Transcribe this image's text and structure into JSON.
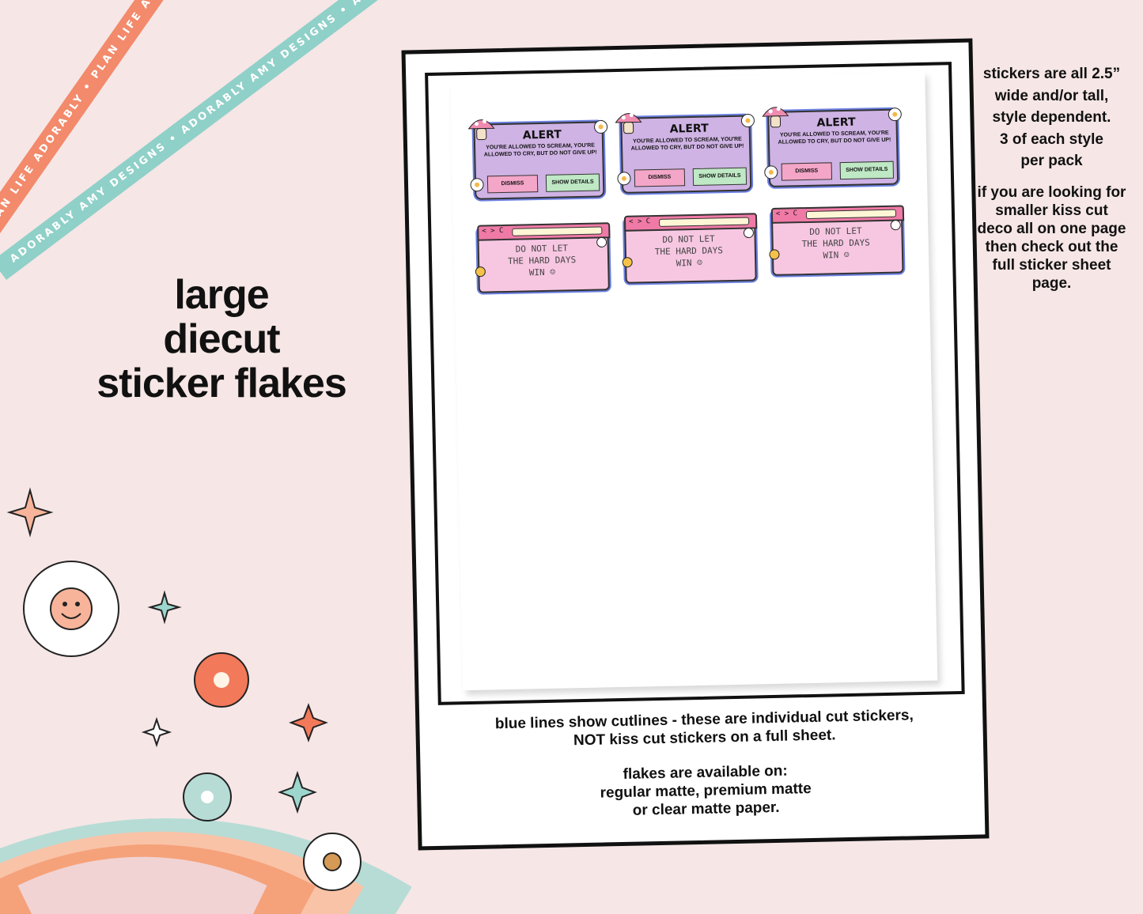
{
  "ribbons": {
    "orange": "PLAN LIFE ADORABLY • PLAN LIFE ADORABLY • PLAN LIFE ADORABLY",
    "teal": "ADORABLY AMY DESIGNS • ADORABLY AMY DESIGNS • ADORABLY AMY DESIGNS"
  },
  "title": {
    "line1": "large",
    "line2": "diecut",
    "line3": "sticker flakes"
  },
  "stickers": {
    "alert": {
      "title": "ALERT",
      "message": "YOU'RE ALLOWED TO SCREAM, YOU'RE ALLOWED TO CRY, BUT DO NOT GIVE UP!",
      "dismiss": "DISMISS",
      "details": "SHOW DETAILS"
    },
    "window": {
      "nav": "< > C",
      "line1": "DO NOT LET",
      "line2": "THE HARD DAYS",
      "line3": "WIN ☺"
    }
  },
  "captions": {
    "cutlines_1": "blue lines show cutlines - these are individual cut stickers,",
    "cutlines_2": "NOT kiss cut stickers on a full sheet.",
    "paper_1": "flakes are available on:",
    "paper_2": "regular matte, premium matte",
    "paper_3": "or clear matte paper."
  },
  "side_notes": {
    "size": [
      "stickers are all 2.5”",
      "wide and/or tall,",
      "style dependent.",
      "3 of each style",
      "per pack"
    ],
    "kisscut": [
      "if you are looking for",
      "smaller kiss cut",
      "deco all on one page",
      "then check out the",
      "full sticker sheet",
      "page."
    ]
  },
  "colors": {
    "background": "#f6e6e6",
    "orange": "#f28a6b",
    "teal": "#8fd0c8",
    "pink": "#f7c7e2",
    "lavender": "#cfb3e4"
  }
}
